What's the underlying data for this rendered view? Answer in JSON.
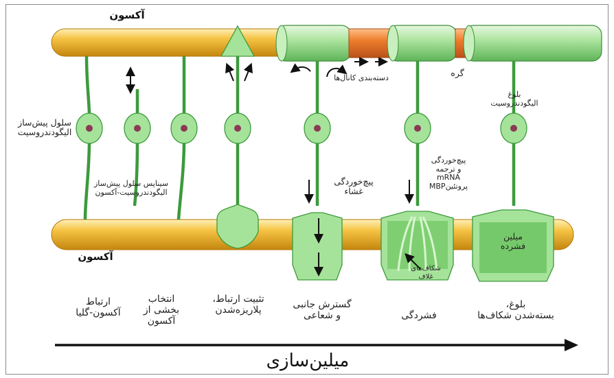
{
  "labels": {
    "axon_top": "آکسون",
    "axon_bottom": "آکسون",
    "opc": "سلول پیش‌ساز\nالیگودندروسیت",
    "synapse": "سیناپس سلول پیش‌ساز\nالیگودندروسیت-آکسون",
    "channel_clustering": "دسته‌بندی کانال‌ها",
    "node": "گره",
    "mature_ol": "بلوغ\nالیگودندروسیت",
    "membrane_wrapping": "پیچ‌خوردگی\nغشاء",
    "mrna_wrapping": "پیچ‌خوردگی\nو ترجمه\nmRNA\nپروتئینMBP",
    "sheath_cracks": "شکاف‌های\nغلاف",
    "compact_myelin": "میلین\nفشرده"
  },
  "stages": [
    "ارتباط\nآکسون-گلیا",
    "انتخاب\nبخشی از\nآکسون",
    "تثبیت ارتباط،\nپلاریزه‌شدن",
    "گسترش جانبی\nو شعاعی",
    "فشردگی",
    "بلوغ،\nبسته‌شدن شکاف‌ها"
  ],
  "title": "میلین‌سازی",
  "colors": {
    "axon": "#f2b632",
    "axon_dark": "#c98a12",
    "cell": "#a6e39a",
    "cell_dark": "#3c9a3c",
    "nucleus": "#8b3a55",
    "node": "#e8792a",
    "sheath_compact": "#76c96a"
  },
  "icons": [
    "arrow-up-down-icon",
    "arrow-down-icon",
    "arrow-right-icon",
    "curved-arrow-icon"
  ]
}
